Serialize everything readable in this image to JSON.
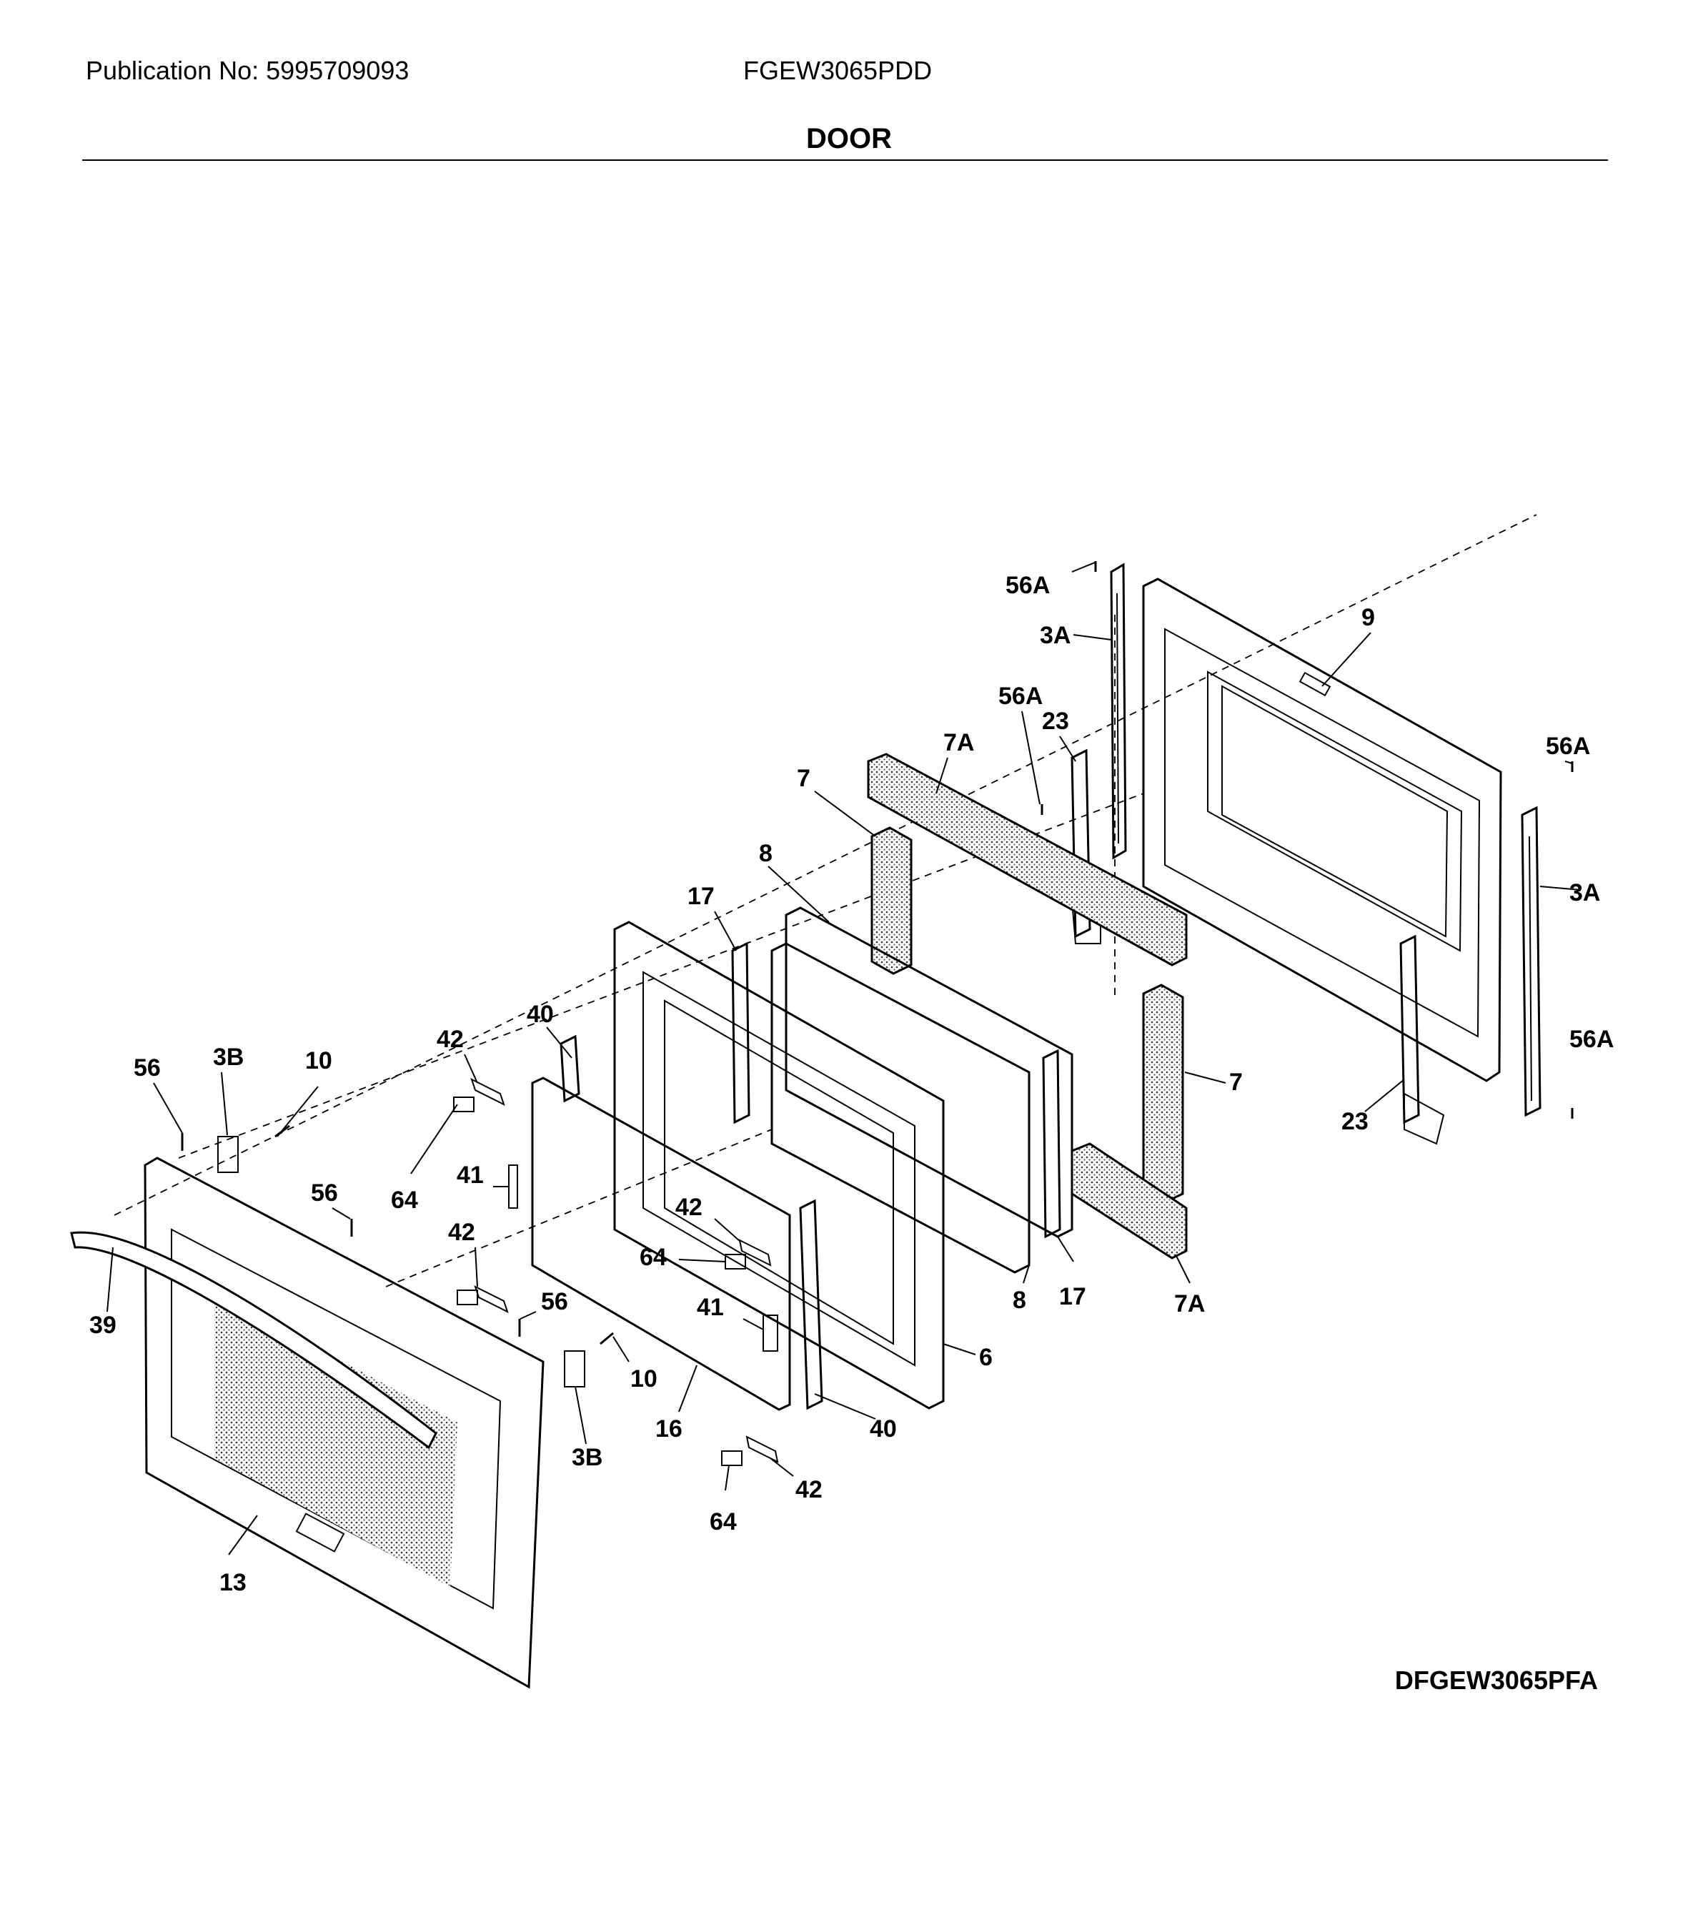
{
  "header": {
    "publication": "Publication No: 5995709093",
    "model": "FGEW3065PDD",
    "section_title": "DOOR"
  },
  "footer": {
    "diagram_code": "DFGEW3065PFA"
  },
  "part_labels": {
    "p56a_top": "56A",
    "p3a_top": "3A",
    "p9": "9",
    "p56a_mid": "56A",
    "p23_top": "23",
    "p7a_top": "7A",
    "p56a_right": "56A",
    "p7_top": "7",
    "p3a_right": "3A",
    "p8_top": "8",
    "p17_top": "17",
    "p40_top": "40",
    "p42_top": "42",
    "p56a_lower": "56A",
    "p3b_top": "3B",
    "p10_top": "10",
    "p56_top": "56",
    "p7_right": "7",
    "p23_bottom": "23",
    "p41_top": "41",
    "p64_left": "64",
    "p56_mid": "56",
    "p42_mid": "42",
    "p42_center": "42",
    "p64_center": "64",
    "p39": "39",
    "p56_low": "56",
    "p41_center": "41",
    "p8_bottom": "8",
    "p17_bottom": "17",
    "p7a_bottom": "7A",
    "p10_bottom": "10",
    "p6": "6",
    "p16": "16",
    "p40_bottom": "40",
    "p3b_bottom": "3B",
    "p42_bottom": "42",
    "p64_bottom": "64",
    "p13": "13"
  }
}
